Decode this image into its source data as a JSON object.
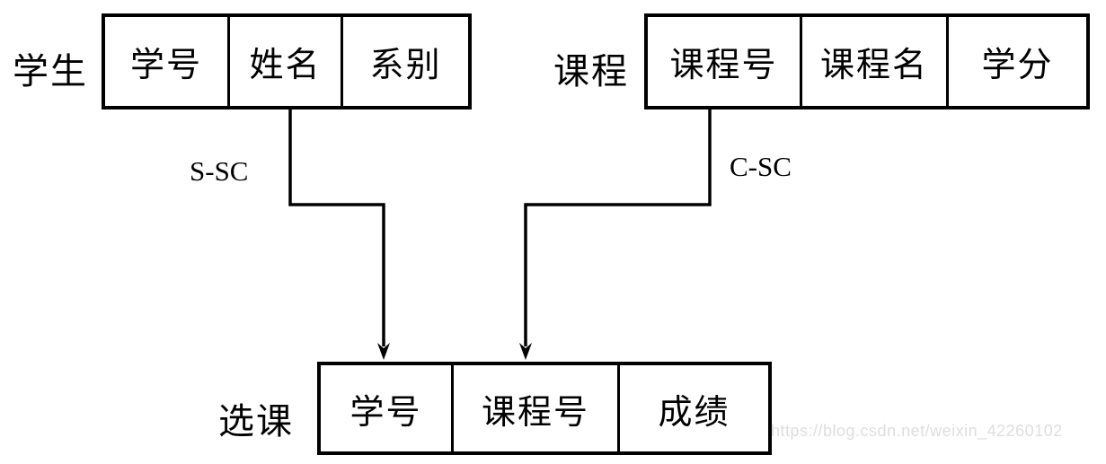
{
  "diagram": {
    "title": "relational schema diagram",
    "tables": [
      {
        "id": "student",
        "name": "学生",
        "fields": [
          "学号",
          "姓名",
          "系别"
        ]
      },
      {
        "id": "course",
        "name": "课程",
        "fields": [
          "课程号",
          "课程名",
          "学分"
        ]
      },
      {
        "id": "enrollment",
        "name": "选课",
        "fields": [
          "学号",
          "课程号",
          "成绩"
        ]
      }
    ],
    "relationships": [
      {
        "id": "s-sc",
        "label": "S-SC",
        "from_table": "学生",
        "to_table": "选课",
        "to_field": "学号"
      },
      {
        "id": "c-sc",
        "label": "C-SC",
        "from_table": "课程",
        "from_field": "课程号",
        "to_table": "选课",
        "to_field": "课程号"
      }
    ],
    "colors": {
      "line": "#000000",
      "text": "#000000",
      "background": "#ffffff",
      "watermark": "#dedede"
    },
    "watermark": "https://blog.csdn.net/weixin_42260102"
  }
}
